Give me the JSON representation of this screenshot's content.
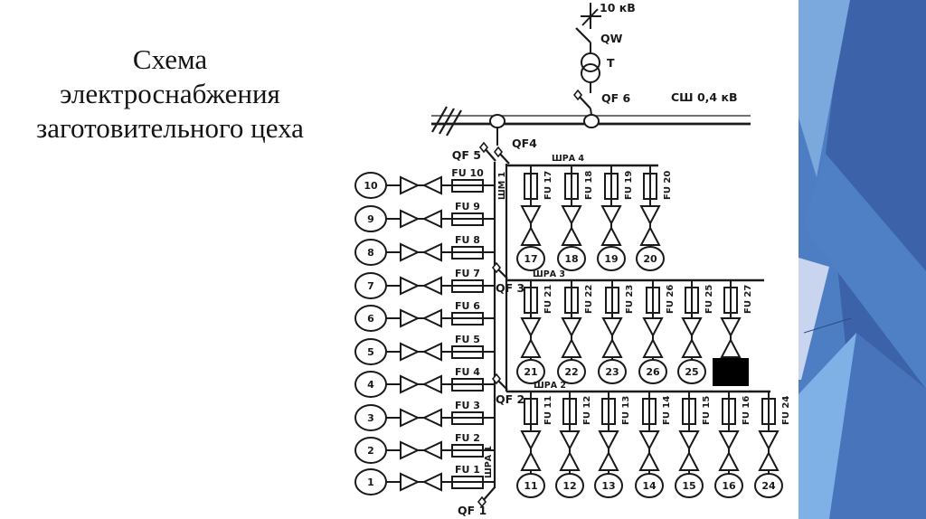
{
  "slide": {
    "title_lines": [
      "Схема",
      "электроснабжения",
      "заготовительного цеха"
    ]
  },
  "colors": {
    "line": "#1a1a1a",
    "band_palette": [
      "#4d7ec4",
      "#3c63aa",
      "#4f80c6",
      "#7ba8dd",
      "#c9d4ee",
      "#7fb0e6",
      "#4874bc",
      "#2a4b84"
    ]
  },
  "feeder": {
    "voltage": "10 кВ",
    "disconnector": "QW",
    "transformer": "T",
    "breaker": "QF 6",
    "busbar": "СШ 0,4 кВ"
  },
  "risers": {
    "main": {
      "label": "ШМ 1"
    },
    "left": {
      "label": "ШРА 1",
      "breaker_top": "QF 5",
      "breaker_bottom": "QF 1"
    }
  },
  "left_branches": [
    {
      "fuse": "FU 10",
      "load": "10"
    },
    {
      "fuse": "FU 9",
      "load": "9"
    },
    {
      "fuse": "FU 8",
      "load": "8"
    },
    {
      "fuse": "FU 7",
      "load": "7"
    },
    {
      "fuse": "FU 6",
      "load": "6"
    },
    {
      "fuse": "FU 5",
      "load": "5"
    },
    {
      "fuse": "FU 4",
      "load": "4"
    },
    {
      "fuse": "FU 3",
      "load": "3"
    },
    {
      "fuse": "FU 2",
      "load": "2"
    },
    {
      "fuse": "FU 1",
      "load": "1"
    }
  ],
  "buses": [
    {
      "name": "ШРА 4",
      "breaker": "QF4",
      "drops": [
        {
          "fuse": "FU 17",
          "load": "17",
          "type": "circle"
        },
        {
          "fuse": "FU 18",
          "load": "18",
          "type": "circle"
        },
        {
          "fuse": "FU 19",
          "load": "19",
          "type": "circle"
        },
        {
          "fuse": "FU 20",
          "load": "20",
          "type": "circle"
        }
      ]
    },
    {
      "name": "ШРА 3",
      "breaker": "QF 3",
      "drops": [
        {
          "fuse": "FU 21",
          "load": "21",
          "type": "circle"
        },
        {
          "fuse": "FU 22",
          "load": "22",
          "type": "circle"
        },
        {
          "fuse": "FU 23",
          "load": "23",
          "type": "circle"
        },
        {
          "fuse": "FU 26",
          "load": "26",
          "type": "circle"
        },
        {
          "fuse": "FU 25",
          "load": "25",
          "type": "circle"
        },
        {
          "fuse": "FU 27",
          "load": "",
          "type": "box"
        }
      ]
    },
    {
      "name": "ШРА 2",
      "breaker": "QF 2",
      "drops": [
        {
          "fuse": "FU 11",
          "load": "11",
          "type": "circle"
        },
        {
          "fuse": "FU 12",
          "load": "12",
          "type": "circle"
        },
        {
          "fuse": "FU 13",
          "load": "13",
          "type": "circle"
        },
        {
          "fuse": "FU 14",
          "load": "14",
          "type": "circle"
        },
        {
          "fuse": "FU 15",
          "load": "15",
          "type": "circle"
        },
        {
          "fuse": "FU 16",
          "load": "16",
          "type": "circle"
        },
        {
          "fuse": "FU 24",
          "load": "24",
          "type": "circle"
        }
      ]
    }
  ]
}
